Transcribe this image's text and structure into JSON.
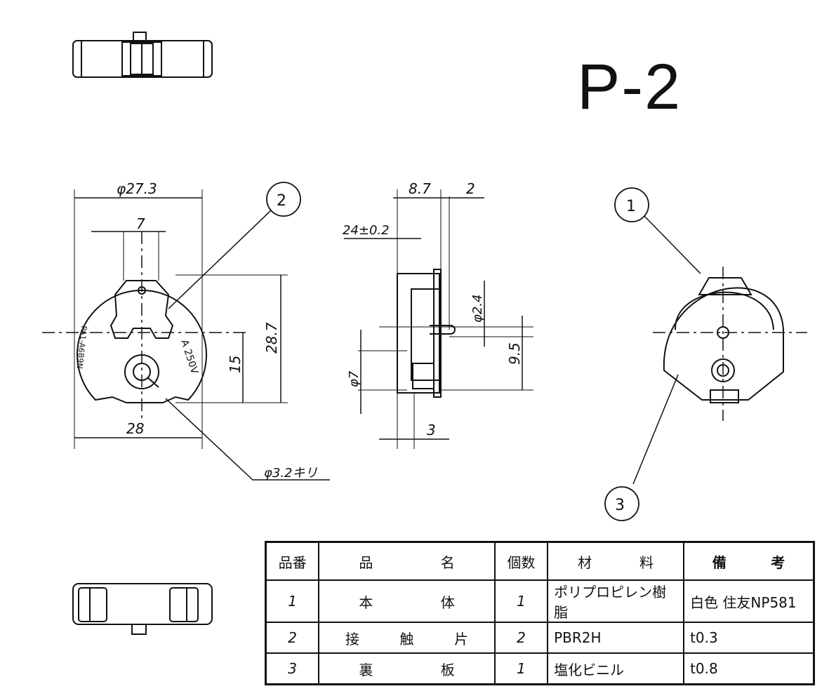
{
  "title": "P-2",
  "front_view": {
    "dim_diameter": "φ27.3",
    "dim_top_width": "7",
    "dim_bottom_width": "28",
    "dim_height": "28.7",
    "dim_offset": "15",
    "dim_hole": "φ3.2キリ",
    "marking_rating": "A 250V",
    "marking_code": "PA1-A6B9N"
  },
  "side_view": {
    "dim_depth": "8.7",
    "dim_top_right": "2",
    "dim_thickness": "24±0.2",
    "dim_pin_dia": "φ2.4",
    "dim_pin_height": "9.5",
    "dim_boss_dia": "φ7",
    "dim_bottom": "3"
  },
  "balloons": [
    "2",
    "1",
    "3"
  ],
  "parts_table": {
    "headers": {
      "no": "品番",
      "name_a": "品",
      "name_b": "名",
      "qty": "個数",
      "mat_a": "材",
      "mat_b": "料",
      "note_a": "備",
      "note_b": "考"
    },
    "rows": [
      {
        "no": "1",
        "name_a": "本",
        "name_b": "体",
        "name_c": "",
        "qty": "1",
        "material": "ポリプロピレン樹脂",
        "note": "白色 住友NP581"
      },
      {
        "no": "2",
        "name_a": "接",
        "name_b": "触",
        "name_c": "片",
        "qty": "2",
        "material": "PBR2H",
        "note": "t0.3"
      },
      {
        "no": "3",
        "name_a": "裏",
        "name_b": "板",
        "name_c": "",
        "qty": "1",
        "material": "塩化ビニル",
        "note": "t0.8"
      }
    ]
  }
}
